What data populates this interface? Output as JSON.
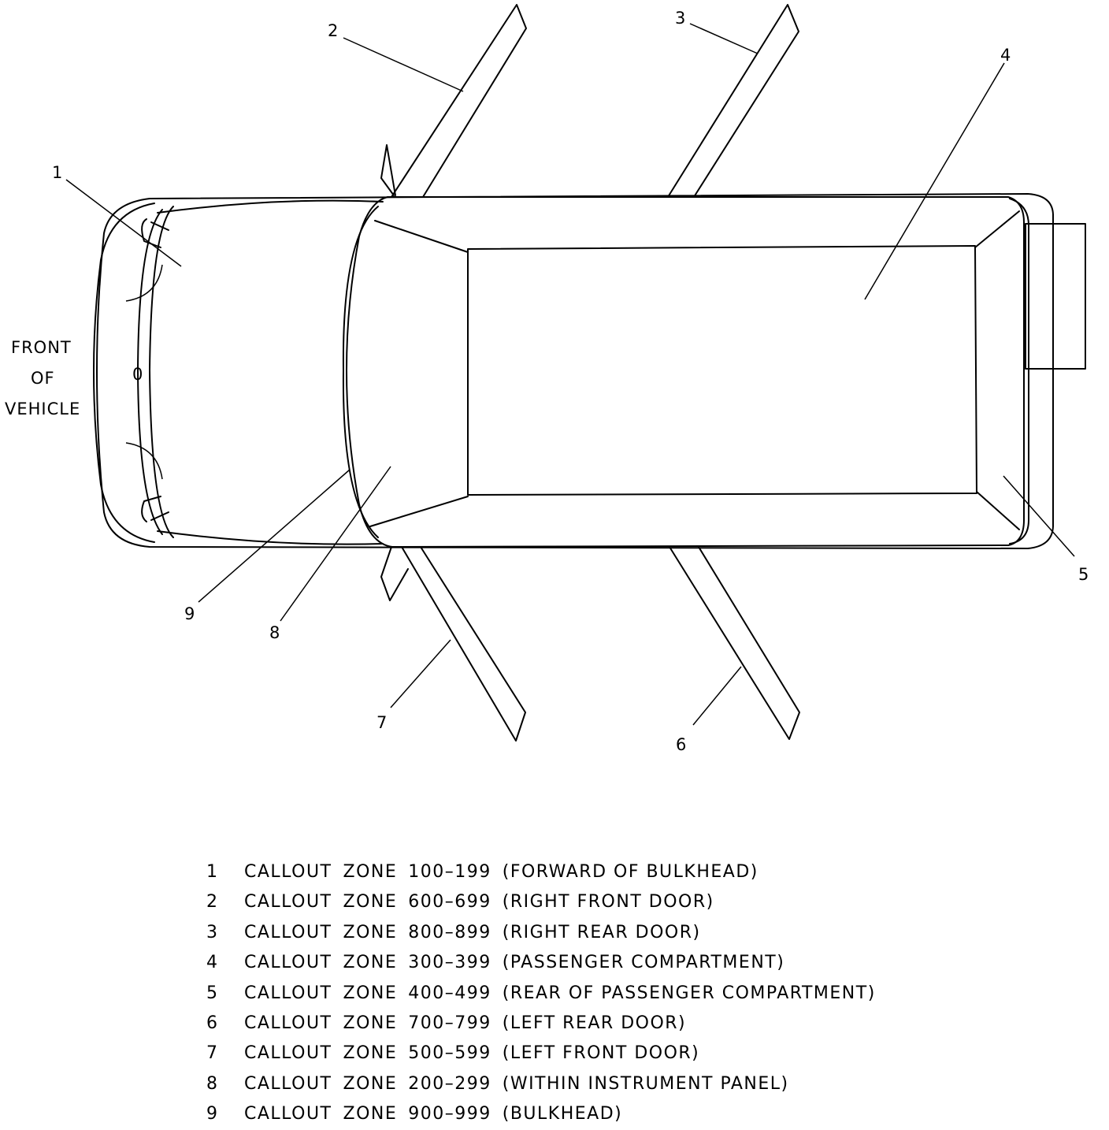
{
  "diagram": {
    "front_label": [
      "FRONT",
      "OF",
      "VEHICLE"
    ],
    "marker": "0",
    "callout_numbers": [
      "1",
      "2",
      "3",
      "4",
      "5",
      "6",
      "7",
      "8",
      "9"
    ]
  },
  "legend": {
    "items": [
      {
        "number": "1",
        "label": "CALLOUT",
        "zone": "ZONE",
        "range": "100–199",
        "description": "(FORWARD OF BULKHEAD)"
      },
      {
        "number": "2",
        "label": "CALLOUT",
        "zone": "ZONE",
        "range": "600–699",
        "description": "(RIGHT FRONT DOOR)"
      },
      {
        "number": "3",
        "label": "CALLOUT",
        "zone": "ZONE",
        "range": "800–899",
        "description": "(RIGHT REAR DOOR)"
      },
      {
        "number": "4",
        "label": "CALLOUT",
        "zone": "ZONE",
        "range": "300–399",
        "description": "(PASSENGER COMPARTMENT)"
      },
      {
        "number": "5",
        "label": "CALLOUT",
        "zone": "ZONE",
        "range": "400–499",
        "description": "(REAR OF PASSENGER COMPARTMENT)"
      },
      {
        "number": "6",
        "label": "CALLOUT",
        "zone": "ZONE",
        "range": "700–799",
        "description": "(LEFT REAR DOOR)"
      },
      {
        "number": "7",
        "label": "CALLOUT",
        "zone": "ZONE",
        "range": "500–599",
        "description": "(LEFT FRONT DOOR)"
      },
      {
        "number": "8",
        "label": "CALLOUT",
        "zone": "ZONE",
        "range": "200–299",
        "description": "(WITHIN INSTRUMENT PANEL)"
      },
      {
        "number": "9",
        "label": "CALLOUT",
        "zone": "ZONE",
        "range": "900–999",
        "description": "(BULKHEAD)"
      }
    ]
  }
}
